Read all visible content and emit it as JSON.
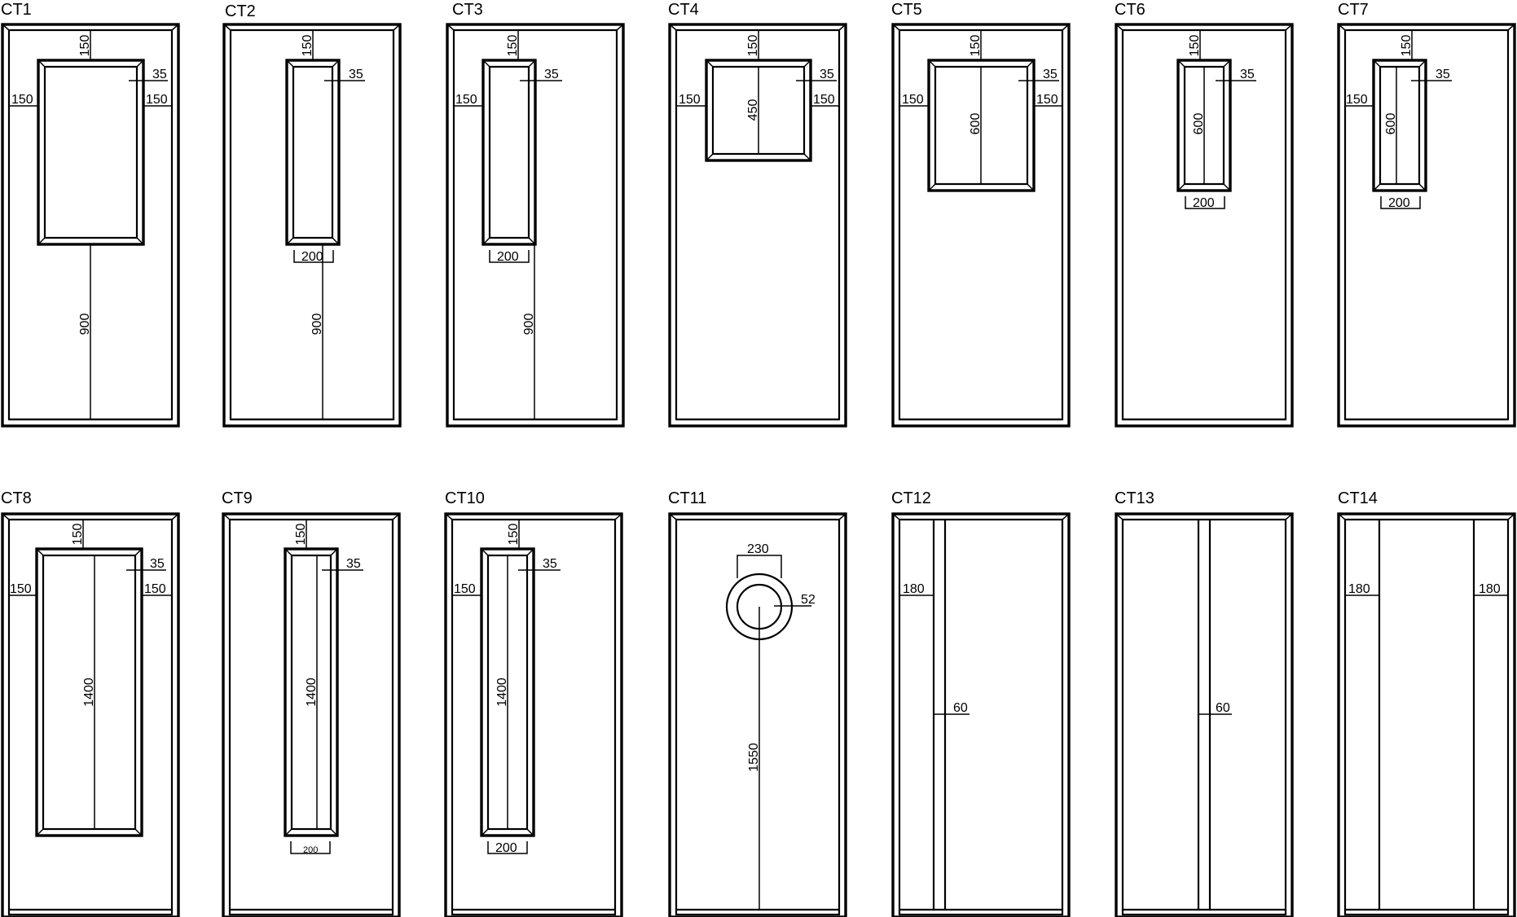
{
  "drawing": {
    "doors": [
      {
        "id": "ct1",
        "title": "CT1",
        "kind": "rect",
        "style": "wide",
        "labels": {
          "top": "150",
          "side": "35",
          "left": "150",
          "right": "150",
          "height": "900"
        }
      },
      {
        "id": "ct2",
        "title": "CT2",
        "kind": "rect",
        "style": "narrow",
        "labels": {
          "top": "150",
          "side": "35",
          "width": "200",
          "height": "900"
        }
      },
      {
        "id": "ct3",
        "title": "CT3",
        "kind": "rect",
        "style": "narrow",
        "labels": {
          "top": "150",
          "side": "35",
          "left": "150",
          "width": "200",
          "height": "900"
        }
      },
      {
        "id": "ct4",
        "title": "CT4",
        "kind": "rect",
        "style": "square",
        "labels": {
          "top": "150",
          "side": "35",
          "left": "150",
          "right": "150",
          "height": "450"
        }
      },
      {
        "id": "ct5",
        "title": "CT5",
        "kind": "rect",
        "style": "square",
        "labels": {
          "top": "150",
          "side": "35",
          "left": "150",
          "right": "150",
          "height": "600"
        }
      },
      {
        "id": "ct6",
        "title": "CT6",
        "kind": "rect",
        "style": "narrow",
        "labels": {
          "top": "150",
          "side": "35",
          "width": "200",
          "height": "600"
        }
      },
      {
        "id": "ct7",
        "title": "CT7",
        "kind": "rect",
        "style": "narrow",
        "labels": {
          "top": "150",
          "side": "35",
          "left": "150",
          "width": "200",
          "height": "600"
        }
      },
      {
        "id": "ct8",
        "title": "CT8",
        "kind": "rect",
        "style": "wide",
        "labels": {
          "top": "150",
          "side": "35",
          "left": "150",
          "right": "150",
          "height": "1400"
        }
      },
      {
        "id": "ct9",
        "title": "CT9",
        "kind": "rect",
        "style": "narrow",
        "labels": {
          "top": "150",
          "side": "35",
          "width": "200",
          "height": "1400"
        }
      },
      {
        "id": "ct10",
        "title": "CT10",
        "kind": "rect",
        "style": "narrow",
        "labels": {
          "top": "150",
          "side": "35",
          "left": "150",
          "width": "200",
          "height": "1400"
        }
      },
      {
        "id": "ct11",
        "title": "CT11",
        "kind": "circle",
        "labels": {
          "diameter": "230",
          "ring": "52",
          "height": "1550"
        }
      },
      {
        "id": "ct12",
        "title": "CT12",
        "kind": "strip",
        "labels": {
          "offset": "180",
          "strip": "60"
        }
      },
      {
        "id": "ct13",
        "title": "CT13",
        "kind": "center-strip",
        "labels": {
          "strip": "60"
        }
      },
      {
        "id": "ct14",
        "title": "CT14",
        "kind": "side-lines",
        "labels": {
          "left": "180",
          "right": "180"
        }
      }
    ]
  }
}
